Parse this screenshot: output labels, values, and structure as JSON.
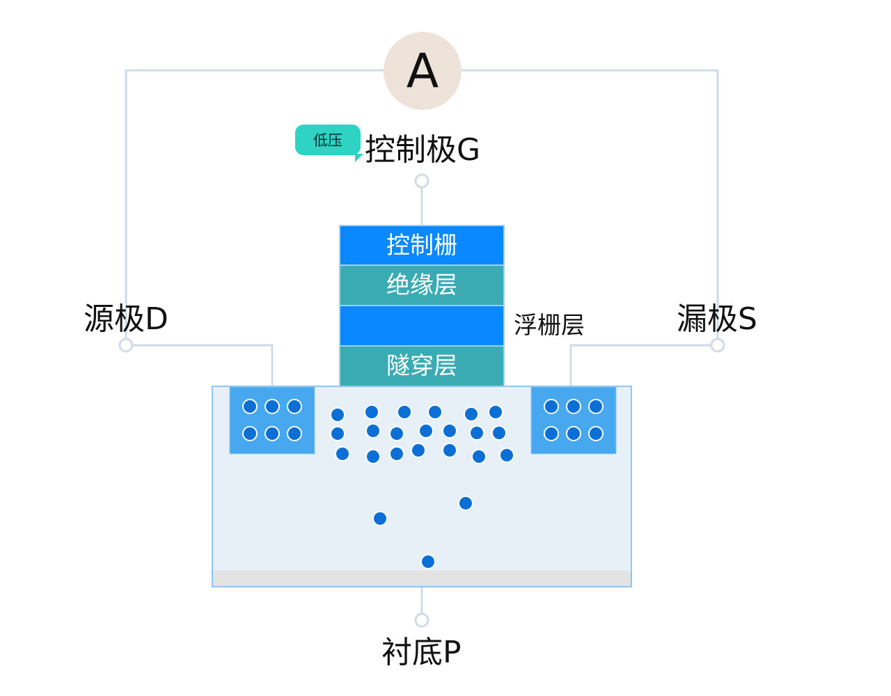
{
  "meter": {
    "label": "A"
  },
  "labels": {
    "gate": "控制极G",
    "source": "源极D",
    "drain": "漏极S",
    "substrate": "衬底P",
    "floating_gate": "浮栅层"
  },
  "bubble": {
    "text": "低压"
  },
  "layers": {
    "control_gate": "控制栅",
    "insulator": "绝缘层",
    "tunnel": "隧穿层"
  },
  "colors": {
    "control_gate": "#0a88ff",
    "insulator": "#3aabb3",
    "floating_gate": "#0a88ff",
    "tunnel": "#3aabb3",
    "substrate_fill": "#e8f0f7",
    "well": "#47a8f0",
    "electron": "#0b6fd6",
    "wire": "#cfdbe6"
  }
}
